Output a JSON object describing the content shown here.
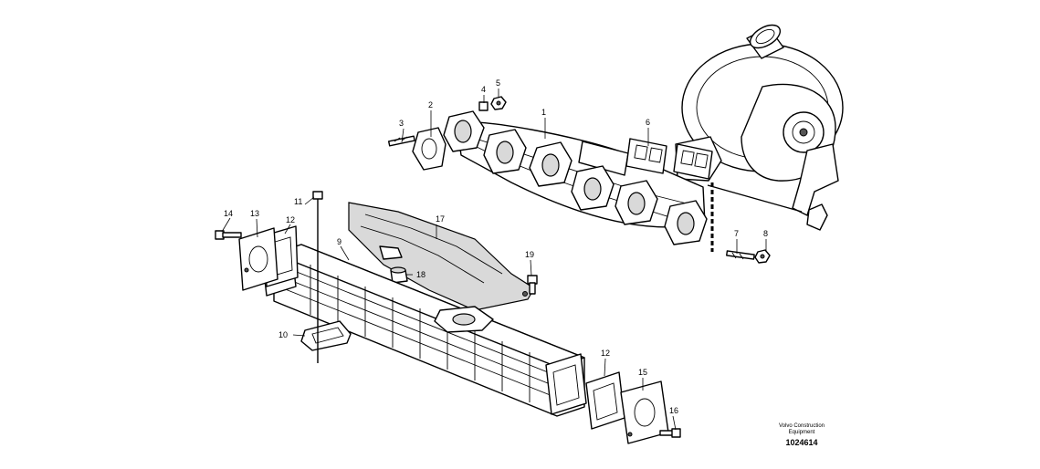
{
  "callouts": {
    "c1": "1",
    "c2": "2",
    "c3": "3",
    "c4": "4",
    "c5": "5",
    "c6": "6",
    "c7": "7",
    "c8": "8",
    "c9": "9",
    "c10": "10",
    "c11": "11",
    "c12a": "12",
    "c12b": "12",
    "c13": "13",
    "c14": "14",
    "c15": "15",
    "c16": "16",
    "c17": "17",
    "c18": "18",
    "c19": "19"
  },
  "footer": {
    "brand_line1": "Volvo Construction",
    "brand_line2": "Equipment",
    "drawing_number": "1024614"
  }
}
